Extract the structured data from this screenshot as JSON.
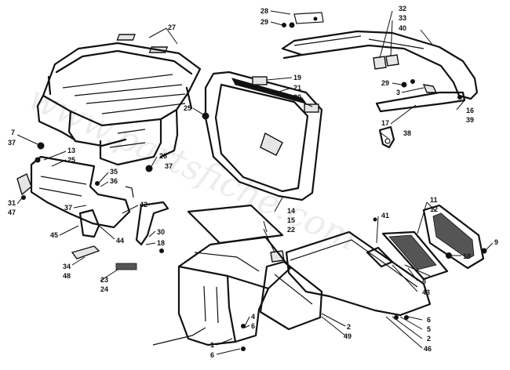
{
  "watermark": "www.partsfiche.com",
  "callouts": [
    {
      "id": "c27",
      "text": "27"
    },
    {
      "id": "c7",
      "text": "7"
    },
    {
      "id": "c37a",
      "text": "37"
    },
    {
      "id": "c13",
      "text": "13"
    },
    {
      "id": "c25a",
      "text": "25"
    },
    {
      "id": "c26",
      "text": "26"
    },
    {
      "id": "c37b",
      "text": "37"
    },
    {
      "id": "c35",
      "text": "35"
    },
    {
      "id": "c36",
      "text": "36"
    },
    {
      "id": "c31",
      "text": "31"
    },
    {
      "id": "c47",
      "text": "47"
    },
    {
      "id": "c37c",
      "text": "37"
    },
    {
      "id": "c42",
      "text": "42"
    },
    {
      "id": "c44",
      "text": "44"
    },
    {
      "id": "c45",
      "text": "45"
    },
    {
      "id": "c30",
      "text": "30"
    },
    {
      "id": "c18",
      "text": "18"
    },
    {
      "id": "c34",
      "text": "34"
    },
    {
      "id": "c48",
      "text": "48"
    },
    {
      "id": "c23",
      "text": "23"
    },
    {
      "id": "c24",
      "text": "24"
    },
    {
      "id": "c28",
      "text": "28"
    },
    {
      "id": "c29a",
      "text": "29"
    },
    {
      "id": "c32",
      "text": "32"
    },
    {
      "id": "c33",
      "text": "33"
    },
    {
      "id": "c40",
      "text": "40"
    },
    {
      "id": "c19",
      "text": "19"
    },
    {
      "id": "c21",
      "text": "21"
    },
    {
      "id": "c20",
      "text": "20"
    },
    {
      "id": "c25b",
      "text": "25"
    },
    {
      "id": "c29b",
      "text": "29"
    },
    {
      "id": "c3",
      "text": "3"
    },
    {
      "id": "c16",
      "text": "16"
    },
    {
      "id": "c39",
      "text": "39"
    },
    {
      "id": "c17",
      "text": "17"
    },
    {
      "id": "c38",
      "text": "38"
    },
    {
      "id": "c14",
      "text": "14"
    },
    {
      "id": "c15",
      "text": "15"
    },
    {
      "id": "c22",
      "text": "22"
    },
    {
      "id": "c41",
      "text": "41"
    },
    {
      "id": "c11",
      "text": "11"
    },
    {
      "id": "c12",
      "text": "12"
    },
    {
      "id": "c9",
      "text": "9"
    },
    {
      "id": "c10",
      "text": "10"
    },
    {
      "id": "c8",
      "text": "8"
    },
    {
      "id": "c43",
      "text": "43"
    },
    {
      "id": "c4",
      "text": "4"
    },
    {
      "id": "c6a",
      "text": "6"
    },
    {
      "id": "c1",
      "text": "1"
    },
    {
      "id": "c6b",
      "text": "6"
    },
    {
      "id": "c49",
      "text": "49"
    },
    {
      "id": "c2a",
      "text": "2"
    },
    {
      "id": "c6c",
      "text": "6"
    },
    {
      "id": "c5",
      "text": "5"
    },
    {
      "id": "c2b",
      "text": "2"
    },
    {
      "id": "c46",
      "text": "46"
    }
  ]
}
